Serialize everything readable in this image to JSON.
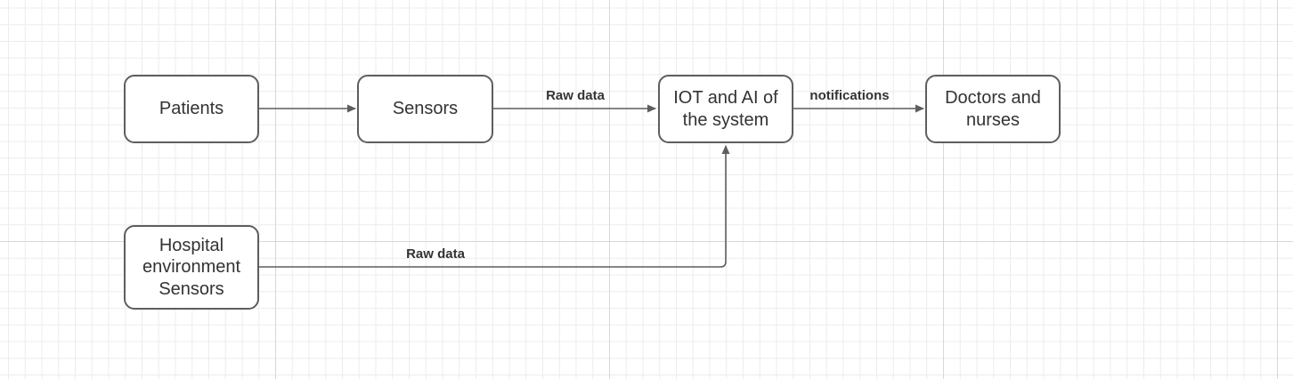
{
  "diagram": {
    "colors": {
      "stroke": "#5e5e5e",
      "text": "#333333",
      "grid": "#ececec",
      "grid_major": "#d8d8d8"
    },
    "nodes": {
      "patients": "Patients",
      "sensors": "Sensors",
      "iot_ai": "IOT and AI of\nthe system",
      "doctors": "Doctors and\nnurses",
      "hospital_env": "Hospital\nenvironment\nSensors"
    },
    "edges": [
      {
        "from": "Patients",
        "to": "Sensors",
        "label": ""
      },
      {
        "from": "Sensors",
        "to": "IOT and AI of the system",
        "label": "Raw data"
      },
      {
        "from": "IOT and AI of the system",
        "to": "Doctors and nurses",
        "label": "notifications"
      },
      {
        "from": "Hospital environment Sensors",
        "to": "IOT and AI of the system",
        "label": "Raw data"
      }
    ]
  }
}
